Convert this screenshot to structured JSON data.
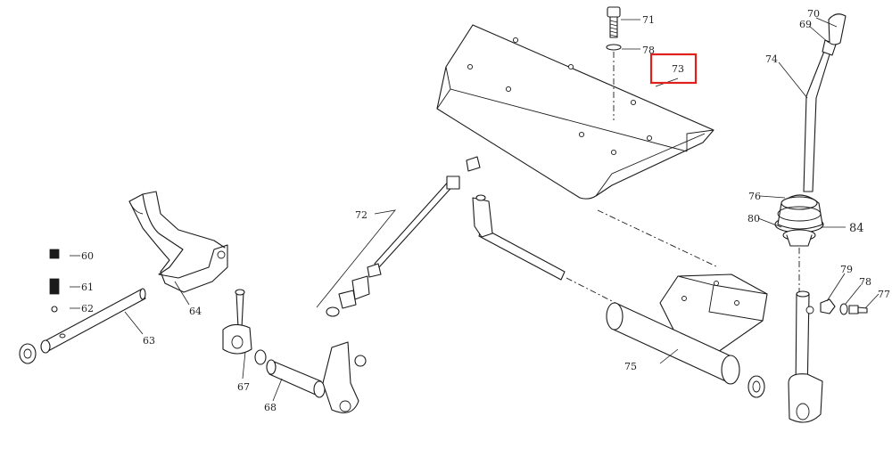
{
  "highlight_color": "#e0201b",
  "highlighted_part": "73",
  "labels": {
    "p60": "60",
    "p61": "61",
    "p62": "62",
    "p63": "63",
    "p64": "64",
    "p67": "67",
    "p68": "68",
    "p69": "69",
    "p70": "70",
    "p71": "71",
    "p72": "72",
    "p73": "73",
    "p74": "74",
    "p75": "75",
    "p76": "76",
    "p77": "77",
    "p78a": "78",
    "p78b": "78",
    "p79": "79",
    "p80": "80",
    "p84": "84"
  }
}
